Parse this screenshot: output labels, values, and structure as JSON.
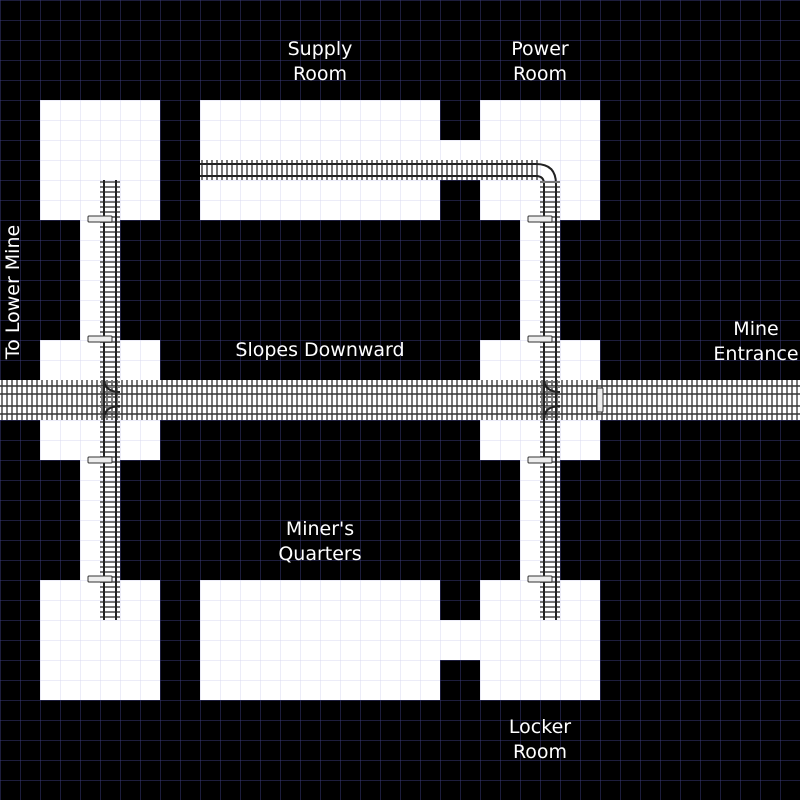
{
  "labels": {
    "supply_room": [
      "Supply",
      "Room"
    ],
    "power_room": [
      "Power",
      "Room"
    ],
    "mine_entrance": [
      "Mine",
      "Entrance"
    ],
    "slopes_downward": "Slopes Downward",
    "miners_quarters": [
      "Miner's",
      "Quarters"
    ],
    "locker_room": [
      "Locker",
      "Room"
    ],
    "to_lower_mine": "To Lower  Mine"
  },
  "colors": {
    "background": "#000000",
    "grid_line": "#3a3a78",
    "room_fill": "#ffffff",
    "room_grid": "#d8d8f0",
    "track_fill": "#ffffff",
    "rail": "#222222",
    "tie": "#555555",
    "text": "#ffffff"
  }
}
